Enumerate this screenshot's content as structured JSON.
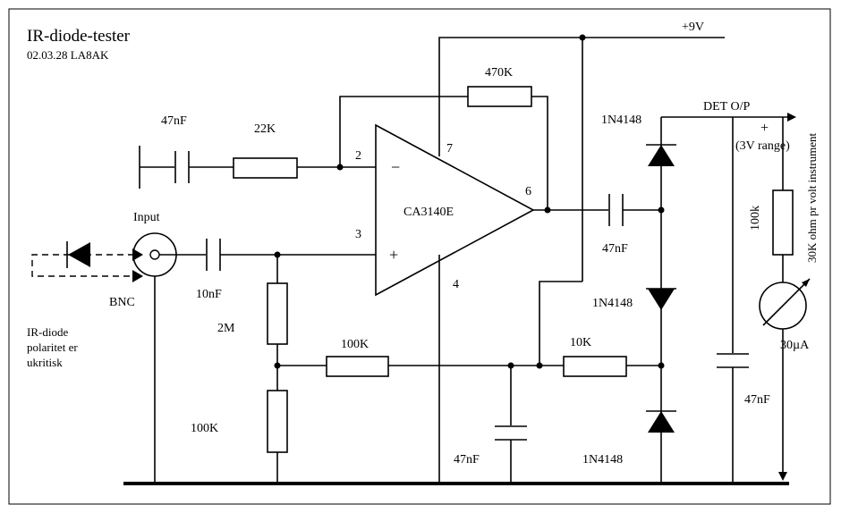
{
  "title": "IR-diode-tester",
  "subtitle": "02.03.28 LA8AK",
  "supply": "+9V",
  "opamp": {
    "name": "CA3140E",
    "pin2": "2",
    "pin3": "3",
    "pin4": "4",
    "pin6": "6",
    "pin7": "7",
    "minus": "−",
    "plus": "+"
  },
  "components": {
    "c_in": "47nF",
    "r_in": "22K",
    "r_feedback": "470K",
    "c_bnc": "10nF",
    "r_2m": "2M",
    "r_100k_h": "100K",
    "r_100k_v": "100K",
    "c_bias": "47nF",
    "c_out": "47nF",
    "r_10k": "10K",
    "d1": "1N4148",
    "d2": "1N4148",
    "d3": "1N4148",
    "c_det": "47nF",
    "r_meter": "100k",
    "meter": "30µA"
  },
  "labels": {
    "input": "Input",
    "bnc": "BNC",
    "ir_note": [
      "IR-diode",
      "polaritet er",
      "ukritisk"
    ],
    "det_op": "DET O/P",
    "det_plus": "+",
    "range": "(3V range)",
    "meter_note": "30K ohm pr volt instrument"
  }
}
